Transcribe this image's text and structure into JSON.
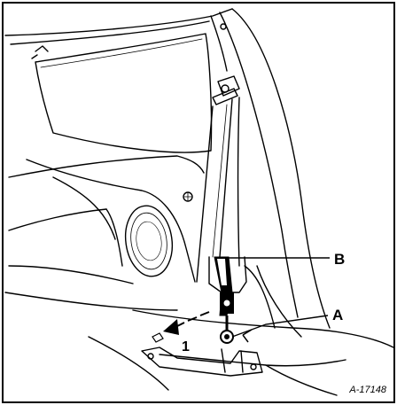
{
  "callouts": {
    "b": "B",
    "a": "A",
    "step": "1"
  },
  "figure_id": "A-17148",
  "colors": {
    "line": "#000000",
    "background": "#ffffff"
  }
}
